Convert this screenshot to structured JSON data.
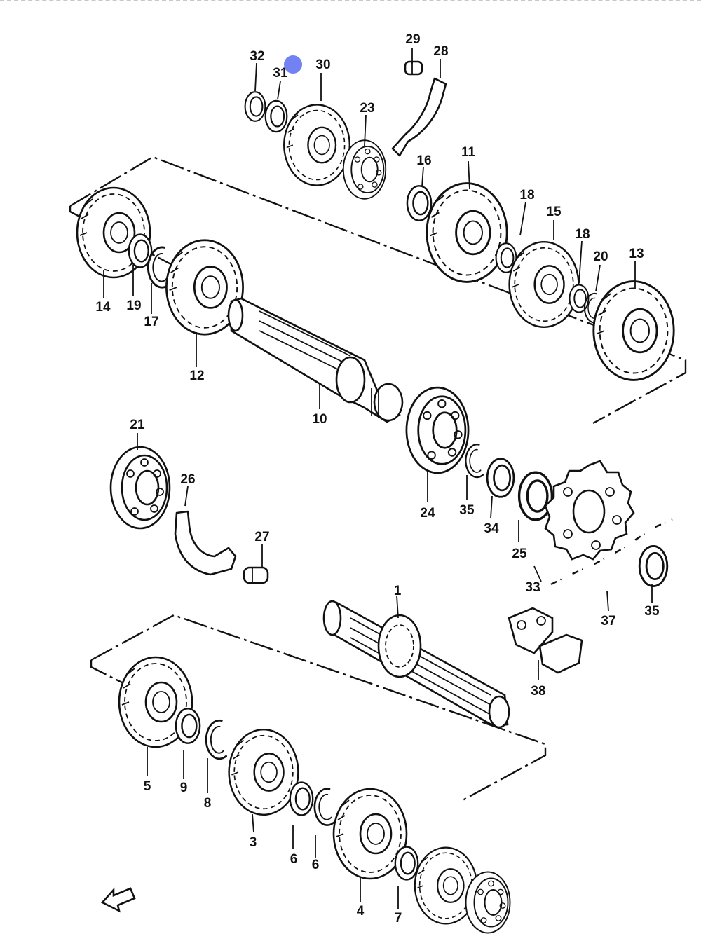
{
  "diagram": {
    "marker_color": "#5b6cf0",
    "part_labels": [
      {
        "id": "p1",
        "text": "1"
      },
      {
        "id": "p3",
        "text": "3"
      },
      {
        "id": "p4",
        "text": "4"
      },
      {
        "id": "p5",
        "text": "5"
      },
      {
        "id": "p6a",
        "text": "6"
      },
      {
        "id": "p6b",
        "text": "6"
      },
      {
        "id": "p7",
        "text": "7"
      },
      {
        "id": "p8",
        "text": "8"
      },
      {
        "id": "p9",
        "text": "9"
      },
      {
        "id": "p10",
        "text": "10"
      },
      {
        "id": "p11",
        "text": "11"
      },
      {
        "id": "p12",
        "text": "12"
      },
      {
        "id": "p13",
        "text": "13"
      },
      {
        "id": "p14",
        "text": "14"
      },
      {
        "id": "p15",
        "text": "15"
      },
      {
        "id": "p16",
        "text": "16"
      },
      {
        "id": "p17",
        "text": "17"
      },
      {
        "id": "p18a",
        "text": "18"
      },
      {
        "id": "p18b",
        "text": "18"
      },
      {
        "id": "p19",
        "text": "19"
      },
      {
        "id": "p20",
        "text": "20"
      },
      {
        "id": "p21",
        "text": "21"
      },
      {
        "id": "p23",
        "text": "23"
      },
      {
        "id": "p24",
        "text": "24"
      },
      {
        "id": "p25",
        "text": "25"
      },
      {
        "id": "p26",
        "text": "26"
      },
      {
        "id": "p27",
        "text": "27"
      },
      {
        "id": "p28",
        "text": "28"
      },
      {
        "id": "p29",
        "text": "29"
      },
      {
        "id": "p30",
        "text": "30"
      },
      {
        "id": "p31",
        "text": "31"
      },
      {
        "id": "p32",
        "text": "32"
      },
      {
        "id": "p33",
        "text": "33"
      },
      {
        "id": "p34",
        "text": "34"
      },
      {
        "id": "p35a",
        "text": "35"
      },
      {
        "id": "p35b",
        "text": "35"
      },
      {
        "id": "p37",
        "text": "37"
      },
      {
        "id": "p38",
        "text": "38"
      }
    ]
  }
}
